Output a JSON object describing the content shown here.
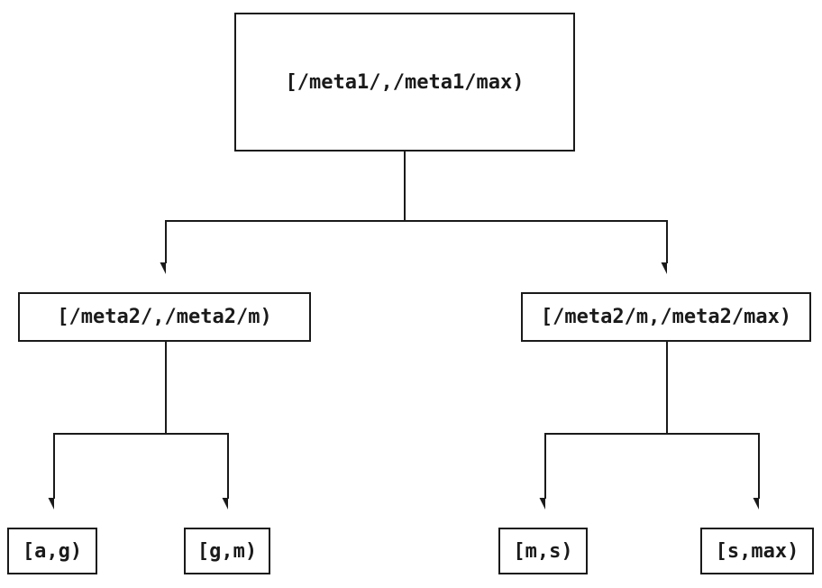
{
  "diagram": {
    "type": "tree",
    "colors": {
      "background": "#ffffff",
      "line": "#1a1a1a",
      "box_border": "#1a1a1a",
      "text": "#1a1a1a"
    },
    "nodes": {
      "root": {
        "label": "[/meta1/,/meta1/max)"
      },
      "left_child": {
        "label": "[/meta2/,/meta2/m)"
      },
      "right_child": {
        "label": "[/meta2/m,/meta2/max)"
      },
      "leaf_a_g": {
        "label": "[a,g)"
      },
      "leaf_g_m": {
        "label": "[g,m)"
      },
      "leaf_m_s": {
        "label": "[m,s)"
      },
      "leaf_s_max": {
        "label": "[s,max)"
      }
    },
    "edges": [
      {
        "from": "root",
        "to": "left_child"
      },
      {
        "from": "root",
        "to": "right_child"
      },
      {
        "from": "left_child",
        "to": "leaf_a_g"
      },
      {
        "from": "left_child",
        "to": "leaf_g_m"
      },
      {
        "from": "right_child",
        "to": "leaf_m_s"
      },
      {
        "from": "right_child",
        "to": "leaf_s_max"
      }
    ]
  }
}
